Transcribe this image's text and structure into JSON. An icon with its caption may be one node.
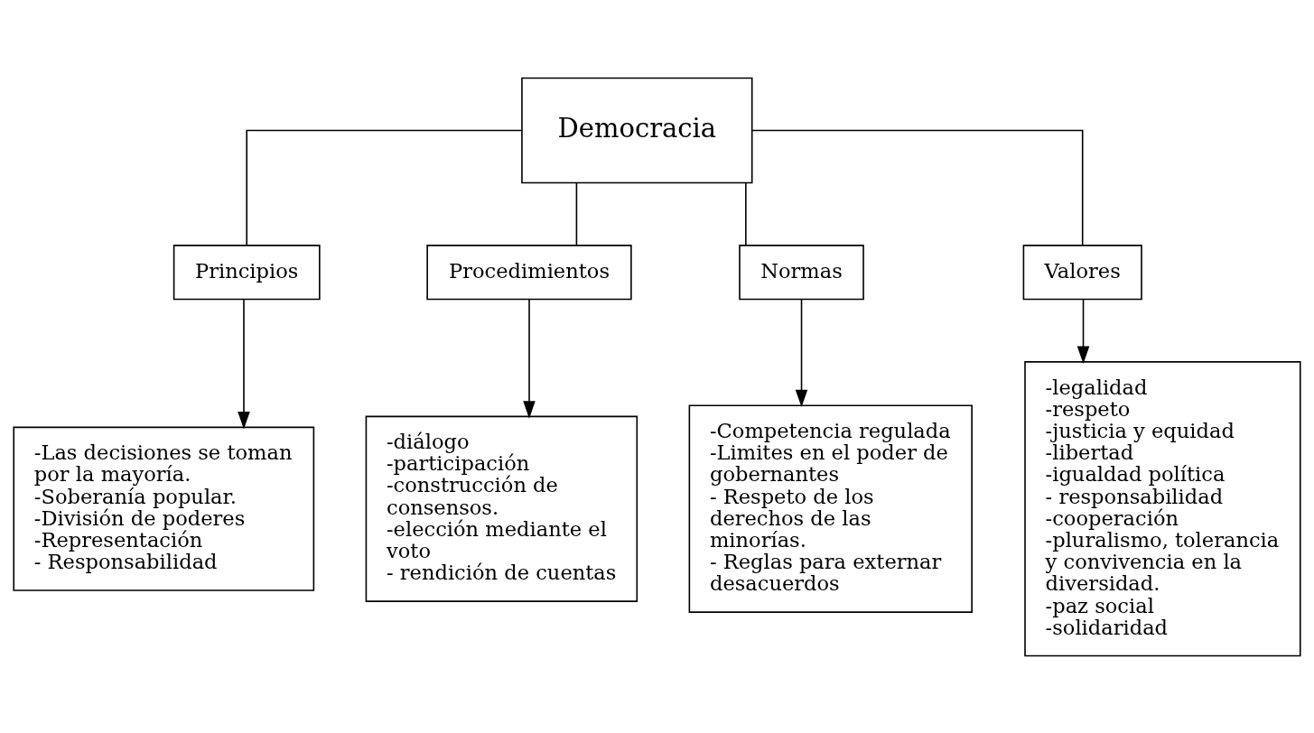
{
  "diagram": {
    "nodes": [
      {
        "text": [
          "Democracia"
        ]
      },
      {
        "text": [
          "Principios"
        ]
      },
      {
        "text": [
          "Procedimientos"
        ]
      },
      {
        "text": [
          "Normas"
        ]
      },
      {
        "text": [
          "Valores"
        ]
      },
      {
        "text": [
          "-Las decisiones se toman por la mayoría.",
          "-Soberanía popular.",
          "-División de poderes",
          "-Representación",
          "- Responsabilidad"
        ]
      },
      {
        "text": [
          "-diálogo",
          "-participación",
          "-construcción de consensos.",
          "-elección mediante el voto",
          "- rendición de cuentas"
        ]
      },
      {
        "text": [
          "-Competencia regulada",
          "-Limites en el poder de gobernantes",
          "- Respeto de los derechos de las minorías.",
          "- Reglas para externar desacuerdos"
        ]
      },
      {
        "text": [
          "-legalidad",
          "-respeto",
          "-justicia y equidad",
          "-libertad",
          "-igualdad política",
          "- responsabilidad",
          "-cooperación",
          "-pluralismo, tolerancia y convivencia en la diversidad.",
          "-paz social",
          "-solidaridad"
        ]
      }
    ],
    "edges": [
      {
        "from": 0,
        "to": 1,
        "arrow": "none"
      },
      {
        "from": 0,
        "to": 2,
        "arrow": "none"
      },
      {
        "from": 0,
        "to": 3,
        "arrow": "none"
      },
      {
        "from": 0,
        "to": 4,
        "arrow": "none"
      },
      {
        "from": 1,
        "to": 5,
        "arrow": "to"
      },
      {
        "from": 2,
        "to": 6,
        "arrow": "to"
      },
      {
        "from": 3,
        "to": 7,
        "arrow": "to"
      },
      {
        "from": 4,
        "to": 8,
        "arrow": "to"
      }
    ]
  }
}
